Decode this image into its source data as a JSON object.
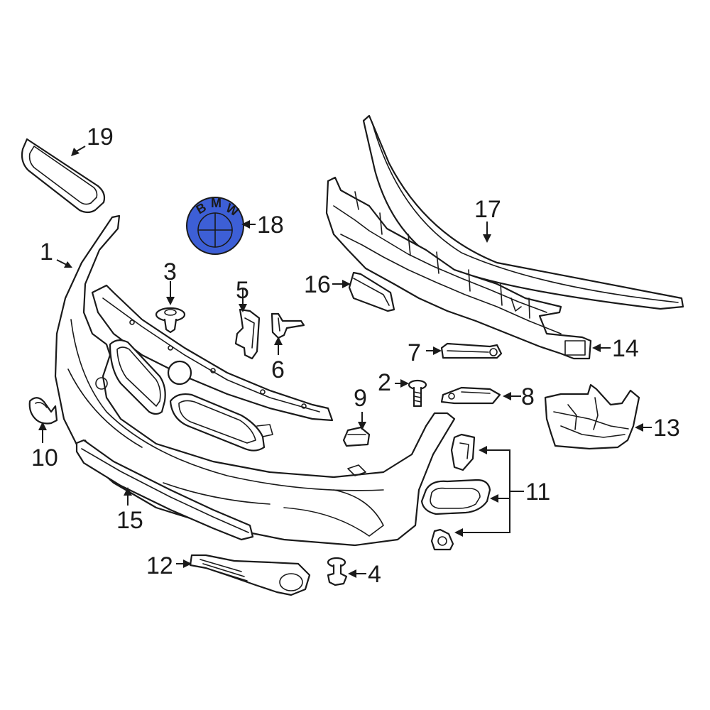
{
  "highlight_color": "#3d5fd6",
  "line_color": "#1a1a1a",
  "emblem_letters": [
    "B",
    "M",
    "W"
  ],
  "callouts": {
    "c1": "1",
    "c2": "2",
    "c3": "3",
    "c4": "4",
    "c5": "5",
    "c6": "6",
    "c7": "7",
    "c8": "8",
    "c9": "9",
    "c10": "10",
    "c11": "11",
    "c12": "12",
    "c13": "13",
    "c14": "14",
    "c15": "15",
    "c16": "16",
    "c17": "17",
    "c18": "18",
    "c19": "19"
  }
}
